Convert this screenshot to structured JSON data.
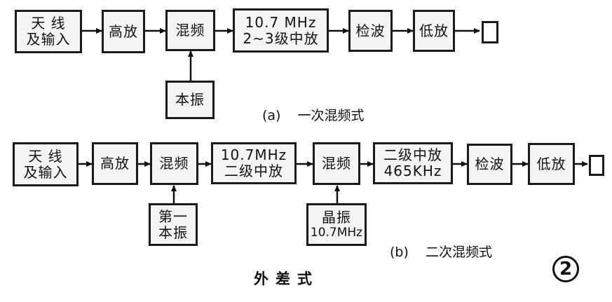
{
  "diagram_a": {
    "antenna": [
      "天  线",
      "及输入"
    ],
    "rf_amp": "高放",
    "mixer": "混频",
    "if_amp": [
      "10.7 MHz",
      "2~3级中放"
    ],
    "detector": "检波",
    "audio_amp": "低放",
    "local_osc": "本振",
    "caption_label": "(a)",
    "caption_text": "一次混频式"
  },
  "diagram_b": {
    "antenna": [
      "天  线",
      "及输入"
    ],
    "rf_amp": "高放",
    "mixer1": "混频",
    "if1": [
      "10.7MHz",
      "二级中放"
    ],
    "mixer2": "混频",
    "if2": [
      "二级中放",
      "465KHz"
    ],
    "detector": "检波",
    "audio_amp": "低放",
    "local_osc1": [
      "第一",
      "本振"
    ],
    "crystal_osc": [
      "晶振",
      "10.7MHz"
    ],
    "caption_label": "(b)",
    "caption_text": "二次混频式"
  },
  "title": "外差式",
  "figure_mark": "2"
}
